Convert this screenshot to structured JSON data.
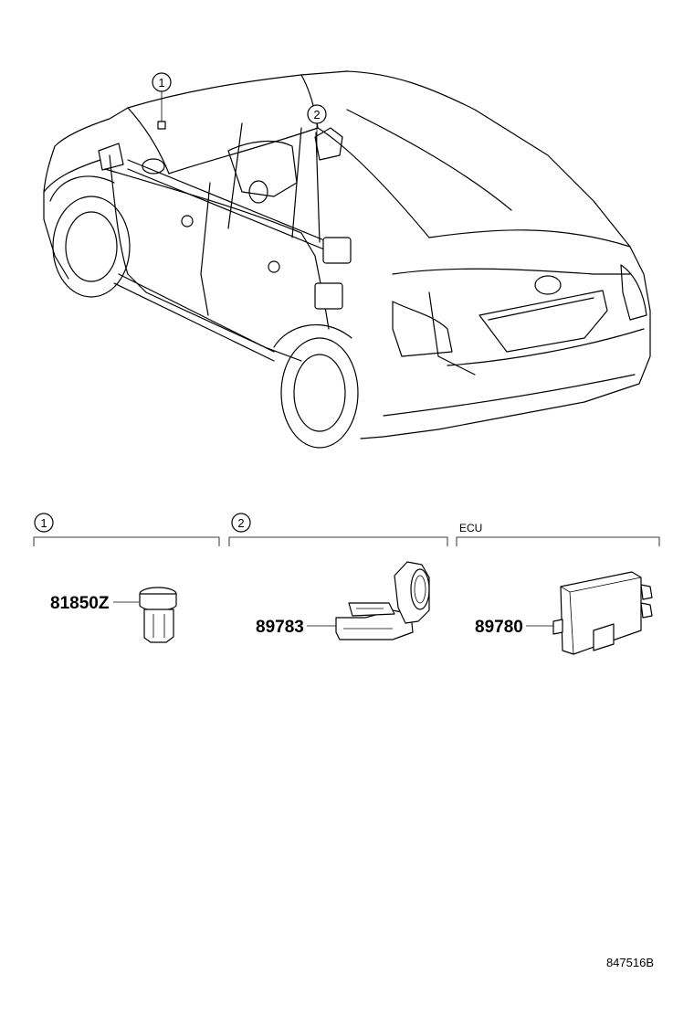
{
  "car": {
    "callout_1": "1",
    "callout_2": "2"
  },
  "groups": [
    {
      "callout": "1",
      "label": "",
      "part_number": "81850Z",
      "part_icon": "bulb-socket-icon"
    },
    {
      "callout": "2",
      "label": "",
      "part_number": "89783",
      "part_icon": "sensor-connector-icon"
    },
    {
      "callout": "",
      "label": "ECU",
      "part_number": "89780",
      "part_icon": "ecu-module-icon"
    }
  ],
  "reference_code": "847516B"
}
